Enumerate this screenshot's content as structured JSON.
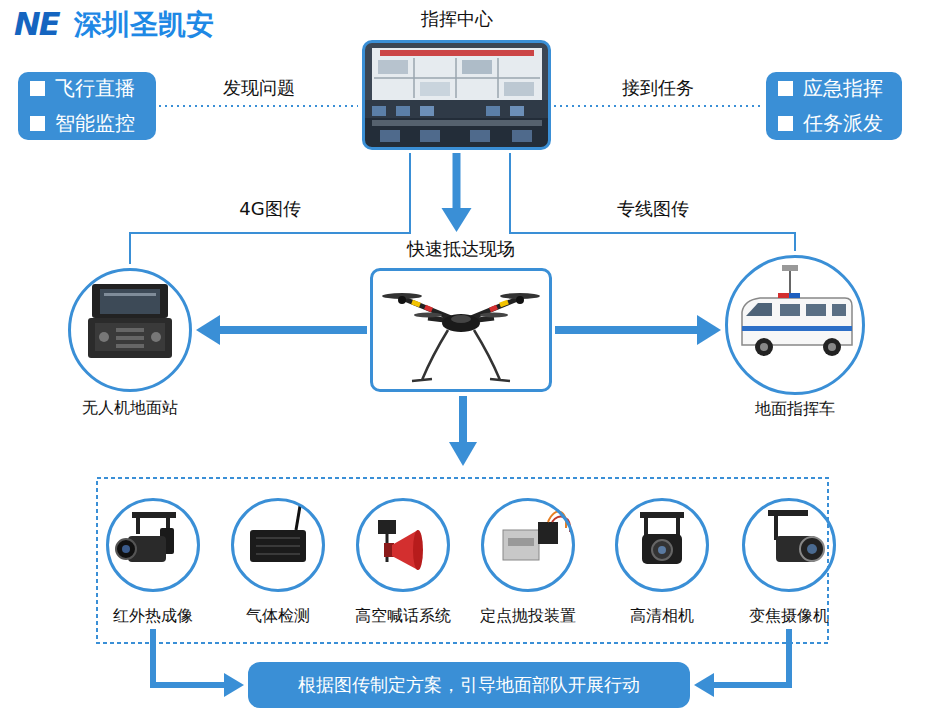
{
  "diagram": {
    "nodes": [
      {
        "text": [
          "飞行直播",
          "智能监控"
        ]
      },
      {
        "text": [
          "指挥中心"
        ]
      },
      {
        "text": [
          "应急指挥",
          "任务派发"
        ]
      },
      {
        "text": [
          "快速抵达现场"
        ]
      },
      {
        "text": [
          "无人机地面站"
        ]
      },
      {
        "text": [
          "地面指挥车"
        ]
      },
      {
        "text": [
          "红外热成像"
        ]
      },
      {
        "text": [
          "气体检测"
        ]
      },
      {
        "text": [
          "高空喊话系统"
        ]
      },
      {
        "text": [
          "定点抛投装置"
        ]
      },
      {
        "text": [
          "高清相机"
        ]
      },
      {
        "text": [
          "变焦摄像机"
        ]
      },
      {
        "text": [
          "根据图传制定方案，引导地面部队开展行动"
        ]
      }
    ],
    "edges": [
      {
        "from": 0,
        "to": 1,
        "arrow": "none",
        "label": "发现问题"
      },
      {
        "from": 1,
        "to": 2,
        "arrow": "none",
        "label": "接到任务"
      },
      {
        "from": 1,
        "to": 3,
        "arrow": "to"
      },
      {
        "from": 1,
        "to": 4,
        "arrow": "none",
        "label": "4G图传"
      },
      {
        "from": 1,
        "to": 5,
        "arrow": "none",
        "label": "专线图传"
      },
      {
        "from": 3,
        "to": 4,
        "arrow": "to"
      },
      {
        "from": 3,
        "to": 5,
        "arrow": "to"
      },
      {
        "from": 6,
        "to": 12,
        "arrow": "to"
      },
      {
        "from": 11,
        "to": 12,
        "arrow": "to"
      }
    ],
    "labels": [
      "NE",
      "深圳圣凯安"
    ]
  }
}
